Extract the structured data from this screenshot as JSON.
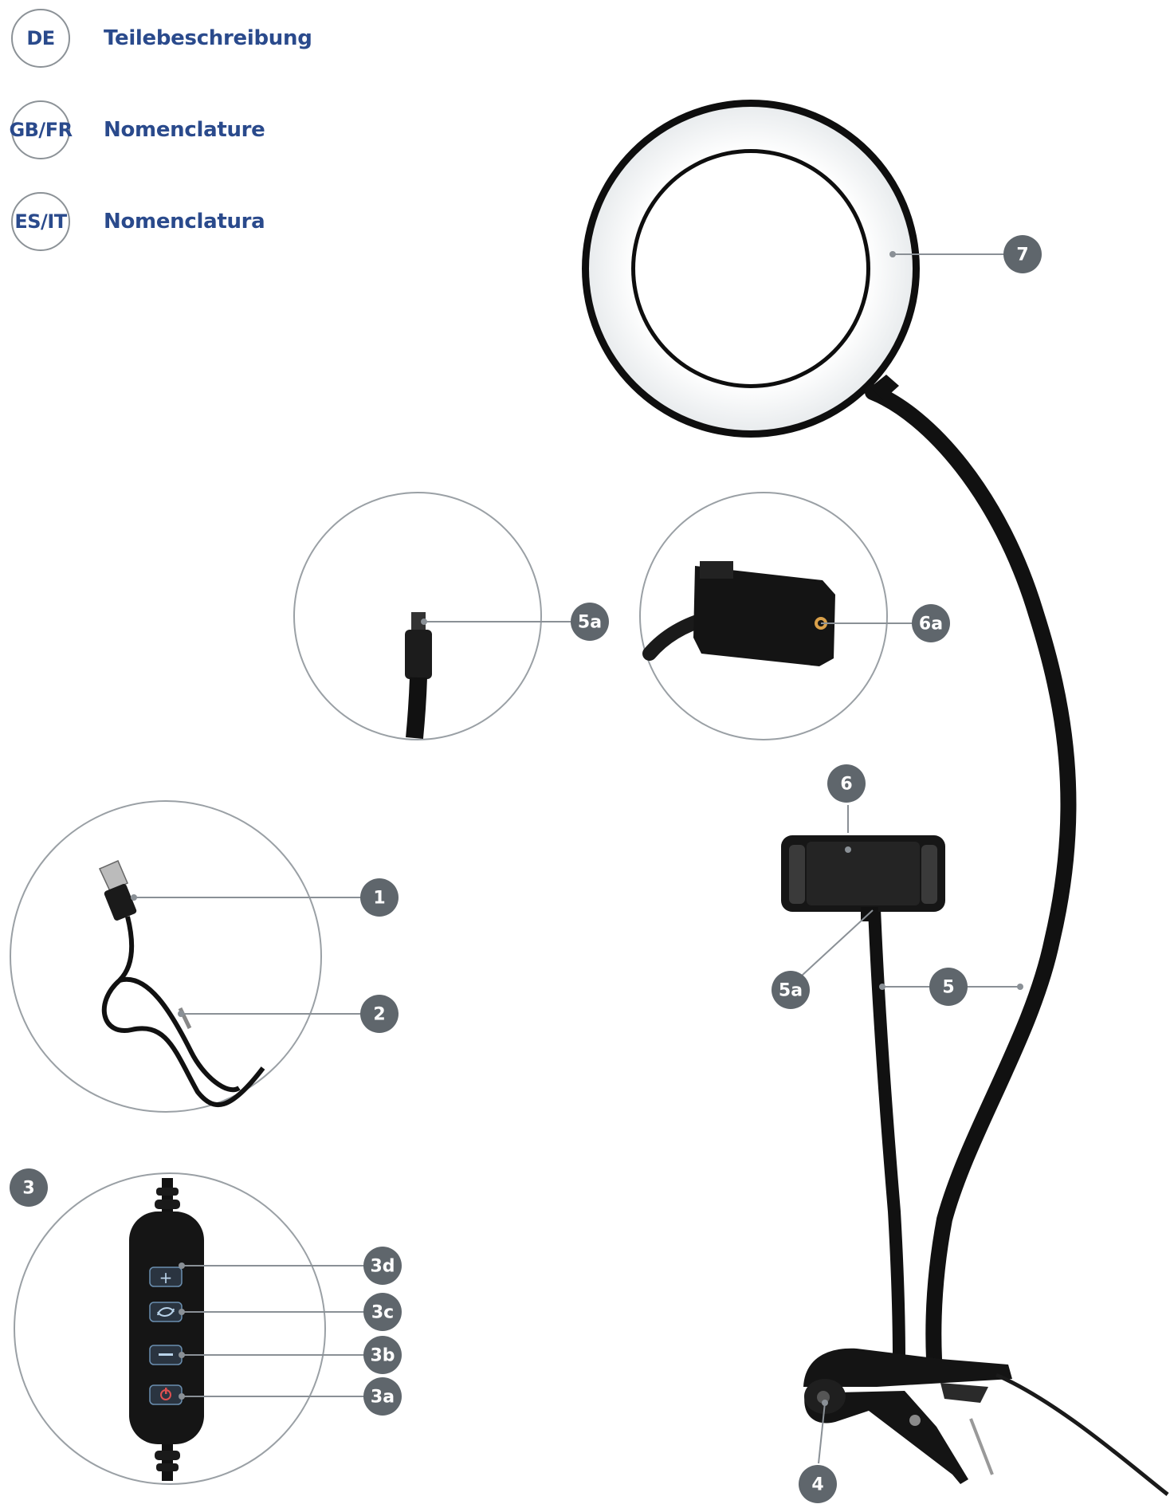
{
  "languages": [
    {
      "code": "DE",
      "label": "Teilebeschreibung"
    },
    {
      "code": "GB/FR",
      "label": "Nomenclature"
    },
    {
      "code": "ES/IT",
      "label": "Nomenclatura"
    }
  ],
  "callouts": {
    "c1": "1",
    "c2": "2",
    "c3": "3",
    "c3a": "3a",
    "c3b": "3b",
    "c3c": "3c",
    "c3d": "3d",
    "c4": "4",
    "c5": "5",
    "c5a_detail": "5a",
    "c5a_main": "5a",
    "c6": "6",
    "c6a": "6a",
    "c7": "7"
  },
  "colors": {
    "language_text": "#2a4a8c",
    "callout_fill": "#5f666c",
    "leader_line": "#8a9096",
    "detail_circle": "#9aa0a5",
    "product": "#111111"
  }
}
